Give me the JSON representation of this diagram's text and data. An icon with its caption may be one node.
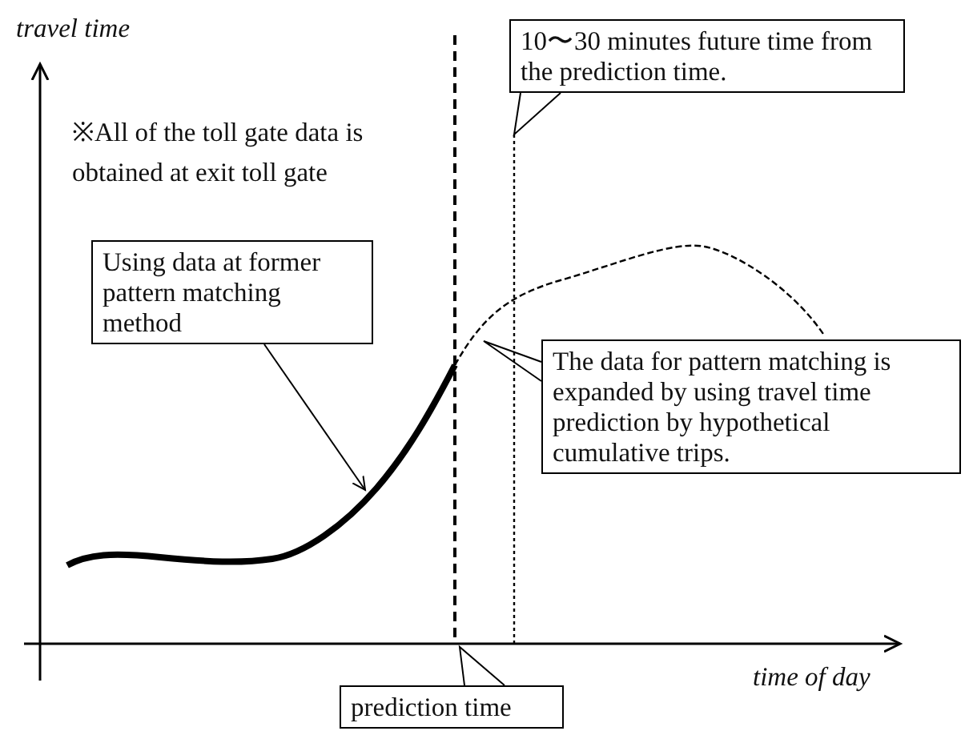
{
  "diagram": {
    "nodes": [
      {
        "text": [
          "10〜30 minutes future time from the prediction time."
        ]
      },
      {
        "text": [
          "Using data at former pattern matching method"
        ]
      },
      {
        "text": [
          "The data for pattern matching is expanded by using travel time prediction by hypothetical cumulative trips."
        ]
      },
      {
        "text": [
          "prediction time"
        ]
      },
      {
        "text": [],
        "shape": "line"
      },
      {
        "text": [],
        "shape": "line"
      },
      {
        "text": [],
        "shape": "line"
      },
      {
        "text": [],
        "shape": "line"
      }
    ],
    "edges": [
      {
        "from": 0,
        "to": 7,
        "arrow": "none"
      },
      {
        "from": 1,
        "to": 4,
        "arrow": "to"
      },
      {
        "from": 2,
        "to": 5,
        "arrow": "none"
      },
      {
        "from": 3,
        "to": 6,
        "arrow": "none"
      }
    ],
    "labels": [
      "travel time",
      "※All of the toll gate data is obtained at exit toll gate",
      "time of day"
    ]
  }
}
